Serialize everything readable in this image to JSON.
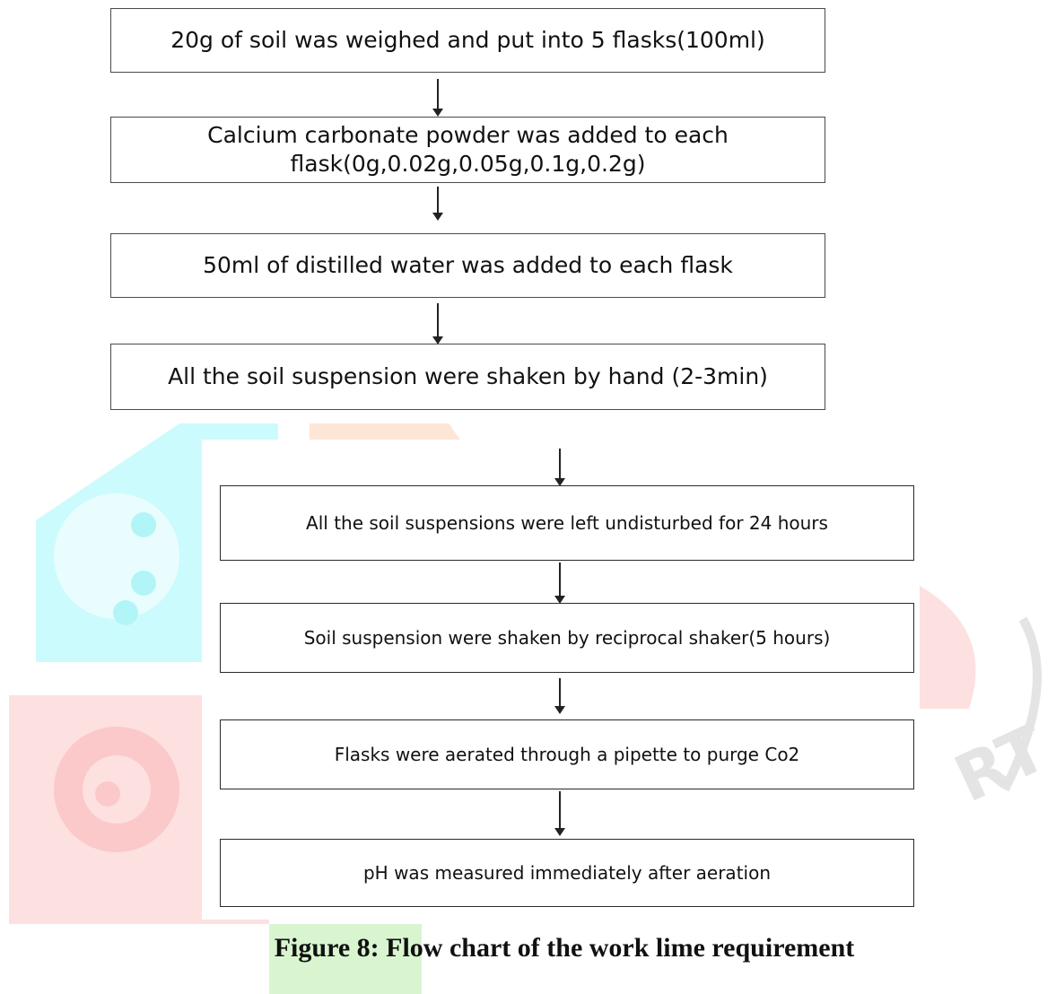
{
  "steps": [
    "20g of soil was weighed and put into 5 flasks(100ml)",
    "Calcium carbonate powder was added to each flask(0g,0.02g,0.05g,0.1g,0.2g)",
    "50ml of distilled water was added to each flask",
    "All the soil suspension were shaken by hand (2-3min)",
    "All the soil suspensions were left undisturbed for 24 hours",
    "Soil suspension were shaken by reciprocal shaker(5 hours)",
    "Flasks were aerated through a pipette to purge Co2",
    "pH was measured immediately after aeration"
  ],
  "caption": "Figure 8: Flow chart of the work lime requirement",
  "watermark": {
    "logo_letters": "RT",
    "colors": {
      "cyan": "#ccfbfd",
      "red": "#fde0e0",
      "orange": "#fde6d6",
      "green": "#d8f5d0",
      "gray": "#e4e4e4"
    }
  }
}
